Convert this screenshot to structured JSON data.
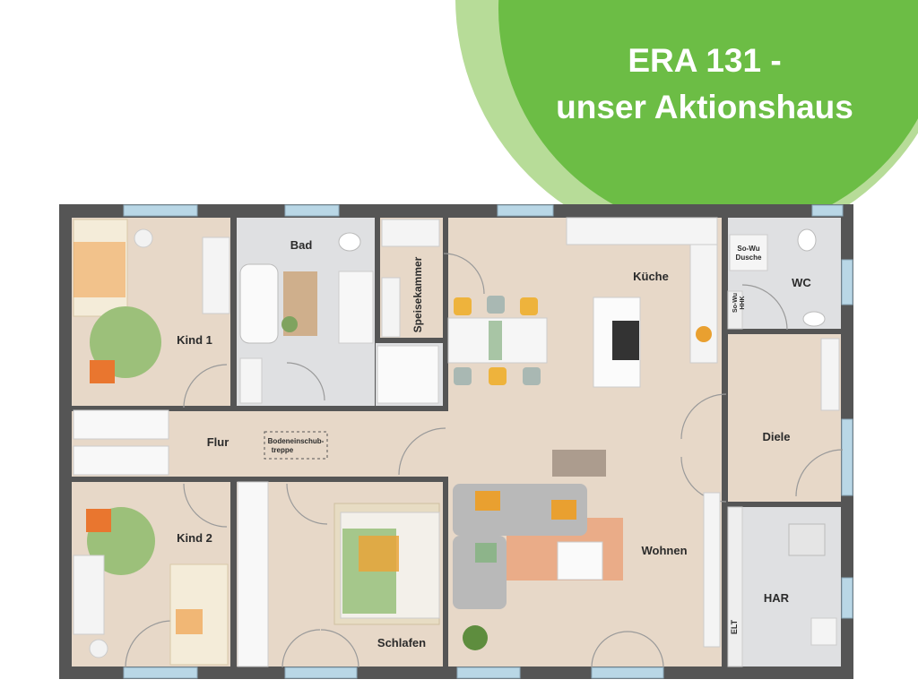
{
  "badge": {
    "line1": "ERA 131 -",
    "line2": "unser Aktionshaus",
    "colors": {
      "outer": "#b7dc98",
      "inner": "#6cbd45"
    }
  },
  "floorplan": {
    "rooms": {
      "kind1": "Kind 1",
      "bad": "Bad",
      "speisekammer": "Speisekammer",
      "kueche": "Küche",
      "wc": "WC",
      "sowu": "So-Wu",
      "dusche": "Dusche",
      "sowu_hhk": "So-Wu",
      "hhk": "HHK",
      "flur": "Flur",
      "bodeneinschub1": "Bodeneinschub-",
      "bodeneinschub2": "treppe",
      "diele": "Diele",
      "kind2": "Kind 2",
      "wohnen": "Wohnen",
      "har": "HAR",
      "elt": "ELT",
      "schlafen": "Schlafen"
    },
    "colors": {
      "wall": "#555555",
      "floor": "#e7d8c8",
      "tile": "#dfe0e2",
      "window": "#b9d7e6"
    }
  }
}
